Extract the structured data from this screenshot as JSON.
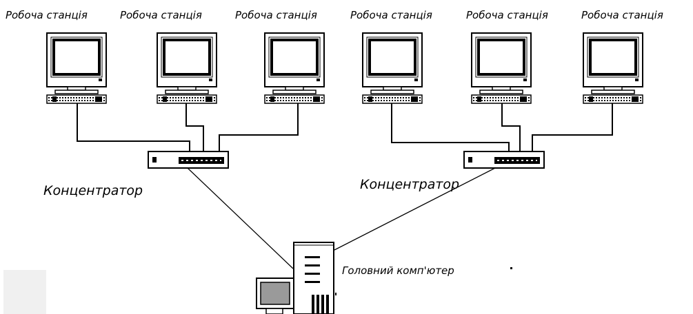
{
  "diagram": {
    "workstation_label": "Робоча станція",
    "hub_label": "Концентратор",
    "server_label": "Головний комп'ютер",
    "colors": {
      "line": "#000000",
      "fill": "#ffffff",
      "screen_server": "#9a9a9a",
      "background_patch": "#f0f0f0"
    }
  }
}
